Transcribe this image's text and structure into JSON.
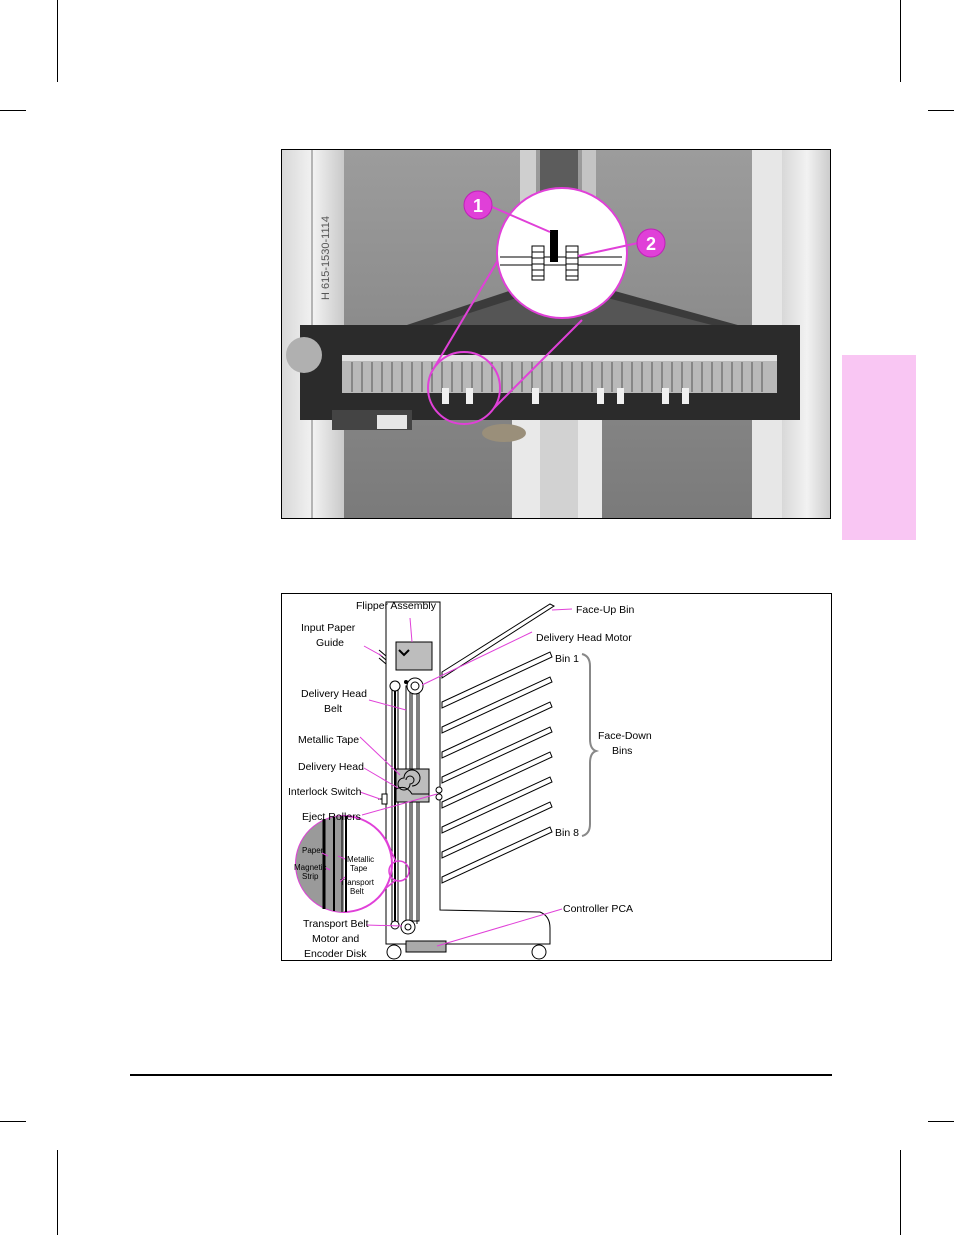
{
  "photo": {
    "callouts": [
      {
        "number": "1"
      },
      {
        "number": "2"
      }
    ],
    "label_text": "H 615-1530-1114"
  },
  "diagram": {
    "labels": {
      "flipper_assembly": "Flipper Assembly",
      "input_paper_guide_1": "Input Paper",
      "input_paper_guide_2": "Guide",
      "delivery_head_belt_1": "Delivery Head",
      "delivery_head_belt_2": "Belt",
      "metallic_tape": "Metallic Tape",
      "delivery_head": "Delivery Head",
      "interlock_switch": "Interlock Switch",
      "eject_rollers": "Eject Rollers",
      "transport_belt_motor_1": "Transport Belt",
      "transport_belt_motor_2": "Motor and",
      "transport_belt_motor_3": "Encoder Disk",
      "face_up_bin": "Face-Up Bin",
      "delivery_head_motor": "Delivery Head Motor",
      "bin_1": "Bin 1",
      "face_down_bins_1": "Face-Down",
      "face_down_bins_2": "Bins",
      "bin_8": "Bin 8",
      "controller_pca": "Controller PCA"
    },
    "inset_labels": {
      "paper": "Paper",
      "magnetic_strip_1": "Magnetic",
      "magnetic_strip_2": "Strip",
      "metallic_tape_1": "Metallic",
      "metallic_tape_2": "Tape",
      "transport_belt_1": "Transport",
      "transport_belt_2": "Belt"
    }
  },
  "colors": {
    "callout_magenta": "#e040d8",
    "tab_pink": "#f9c6f3",
    "inset_gray": "#9a9a9a"
  }
}
